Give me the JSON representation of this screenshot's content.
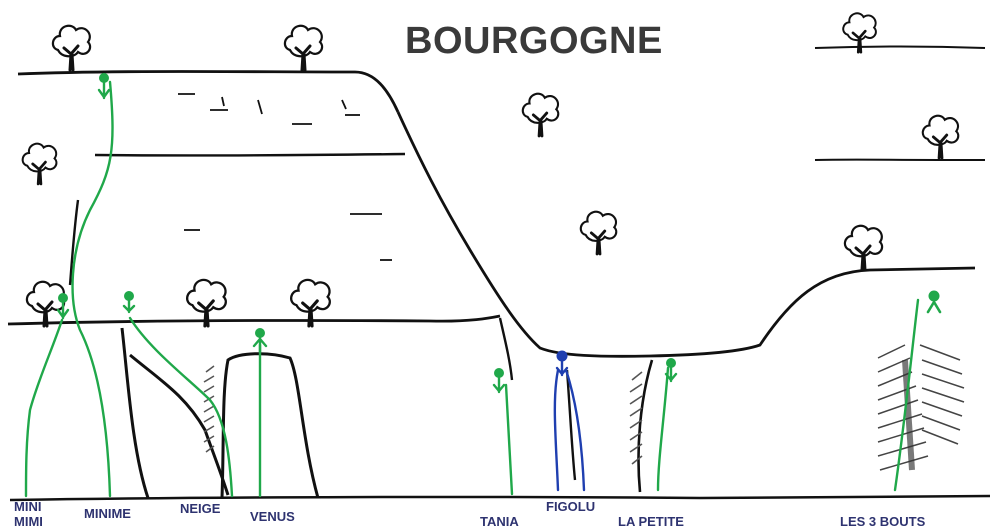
{
  "title": "BOURGOGNE",
  "routes": [
    {
      "label": "MINI",
      "color": "#20a84a",
      "type": "descent"
    },
    {
      "label": "MINIME",
      "color": "#20a84a",
      "type": "descent"
    },
    {
      "label": "NEIGE",
      "color": "#20a84a",
      "type": "descent"
    },
    {
      "label": "VENUS",
      "color": "#20a84a",
      "type": "ascent"
    },
    {
      "label": "TANIA",
      "color": "#20a84a",
      "type": "descent"
    },
    {
      "label": "FIGOLU",
      "color": "#1f3fb0",
      "type": "descent"
    },
    {
      "label": "LA PETITE",
      "color": "#20a84a",
      "type": "descent"
    },
    {
      "label": "LES 3 BOUTS",
      "color": "#20a84a",
      "type": "ascent"
    }
  ],
  "extra_labels": {
    "mimi": "MIMI"
  },
  "colors": {
    "ink": "#111111",
    "route_green": "#20a84a",
    "route_blue": "#1f3fb0",
    "label_text": "#2e3370",
    "title_text": "#3a3a3a",
    "hatch": "#555555"
  }
}
